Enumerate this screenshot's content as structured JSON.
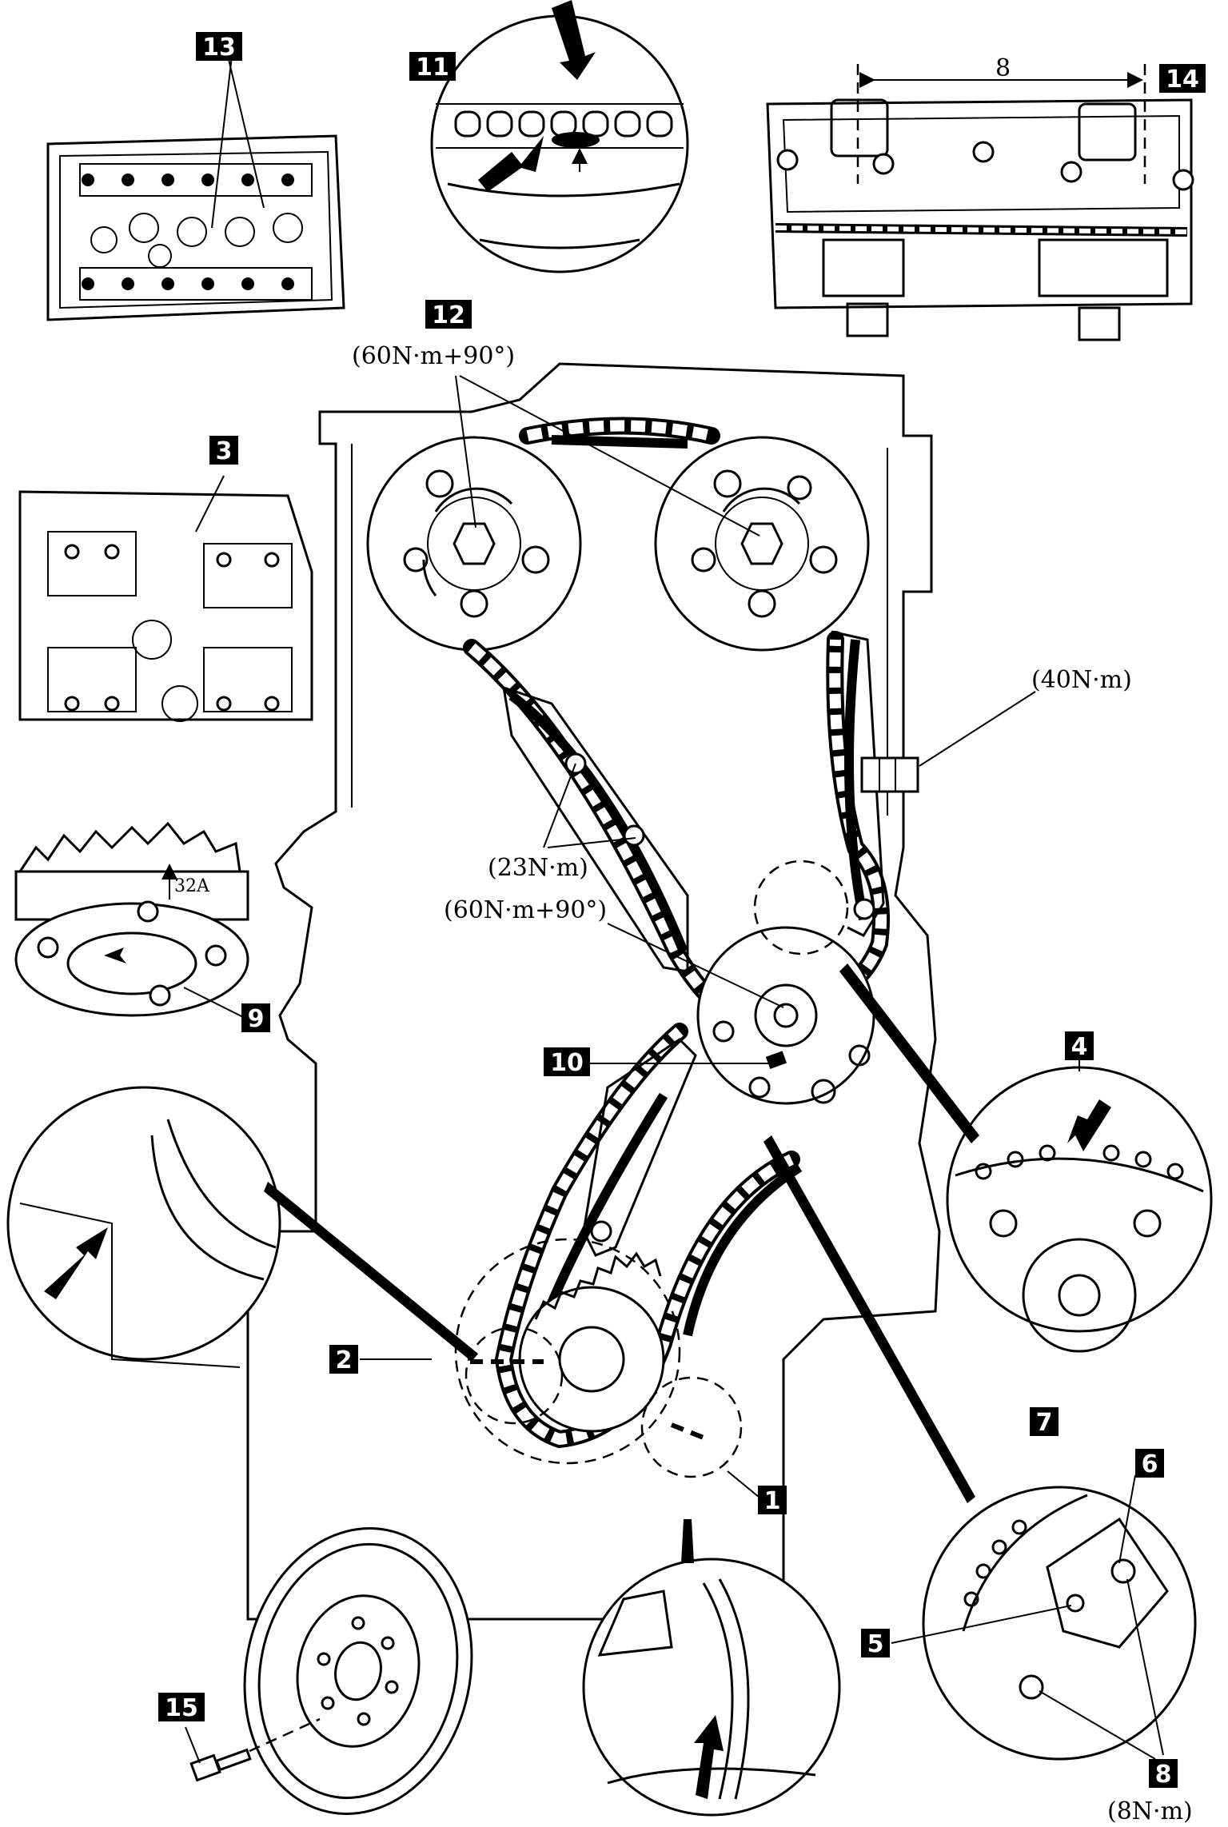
{
  "callouts": {
    "c1": "1",
    "c2": "2",
    "c3": "3",
    "c4": "4",
    "c5": "5",
    "c6": "6",
    "c7": "7",
    "c8": "8",
    "c9": "9",
    "c10": "10",
    "c11": "11",
    "c12": "12",
    "c13": "13",
    "c14": "14",
    "c15": "15"
  },
  "torques": {
    "camshaft_bolts": "(60N·m+90°)",
    "tensioner_plug": "(40N·m)",
    "guide_bolts": "(23N·m)",
    "crank_sprocket_bolt": "(60N·m+90°)",
    "tensioner_bolts": "(8N·m)"
  },
  "dimension_label": "8",
  "sprocket_marking": "32A",
  "colors": {
    "line": "#000000",
    "background": "#ffffff"
  }
}
